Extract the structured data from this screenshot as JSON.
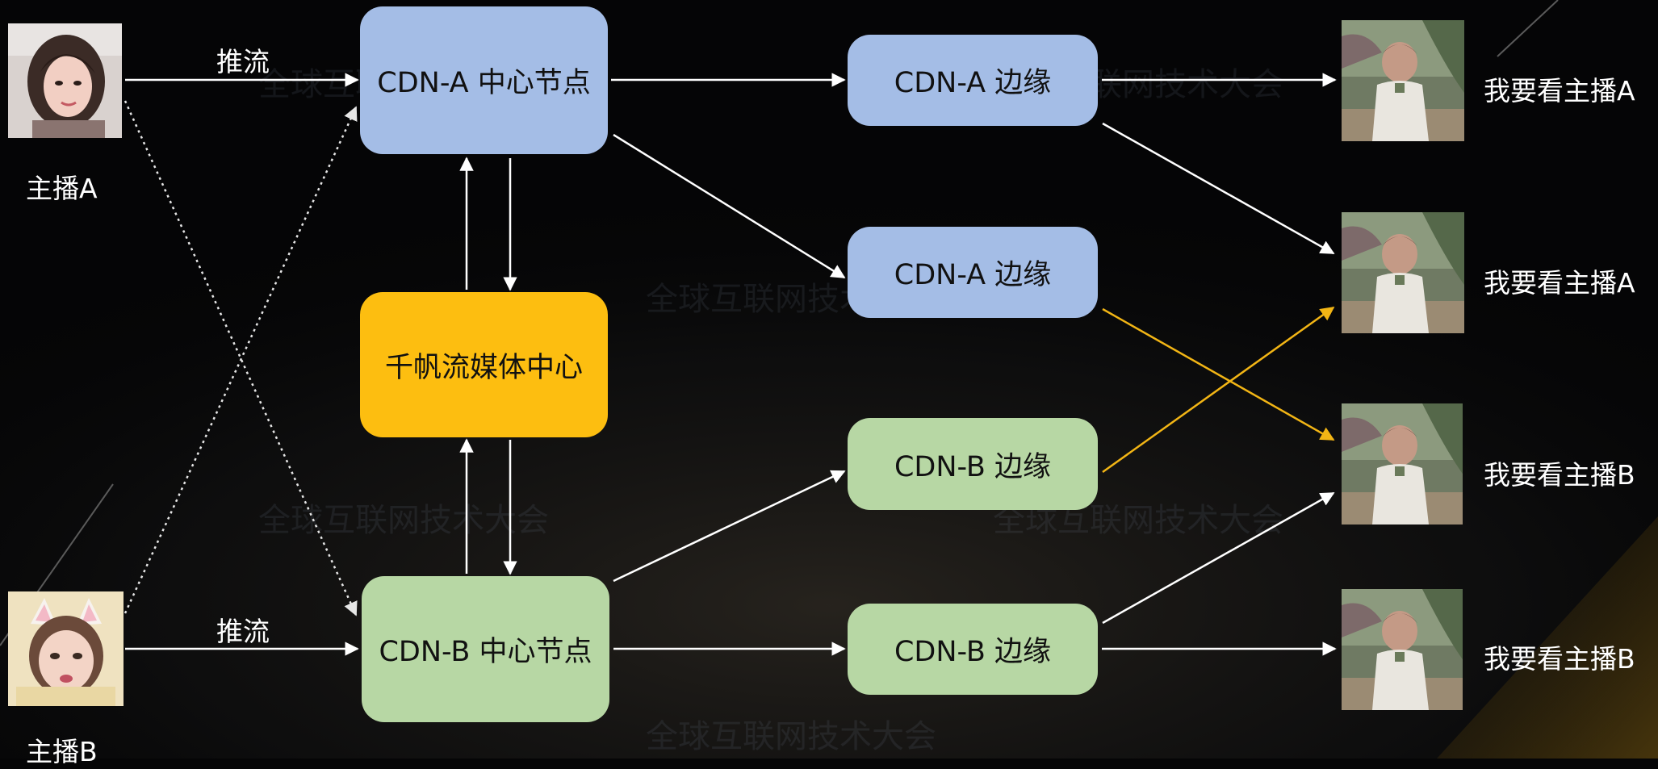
{
  "colors": {
    "background": "#050506",
    "cdn_a": "#a4bde6",
    "cdn_b": "#b7d7a4",
    "media_center": "#fdbe10",
    "arrow": "#ffffff",
    "arrow_cross": "#f2b515",
    "text_dark": "#111111",
    "text_light": "#ffffff"
  },
  "watermark": {
    "text": "全球互联网技术大会"
  },
  "streamers": [
    {
      "id": "streamer-a",
      "label": "主播A",
      "push_label": "推流",
      "icon": "streamer-a-avatar"
    },
    {
      "id": "streamer-b",
      "label": "主播B",
      "push_label": "推流",
      "icon": "streamer-b-avatar"
    }
  ],
  "nodes": {
    "cdn_a_center": "CDN-A 中心节点",
    "media_center": "千帆流媒体中心",
    "cdn_b_center": "CDN-B 中心节点",
    "edges": [
      "CDN-A 边缘",
      "CDN-A 边缘",
      "CDN-B 边缘",
      "CDN-B 边缘"
    ]
  },
  "viewers": [
    {
      "label": "我要看主播A",
      "icon": "viewer-avatar"
    },
    {
      "label": "我要看主播A",
      "icon": "viewer-avatar"
    },
    {
      "label": "我要看主播B",
      "icon": "viewer-avatar"
    },
    {
      "label": "我要看主播B",
      "icon": "viewer-avatar"
    }
  ]
}
